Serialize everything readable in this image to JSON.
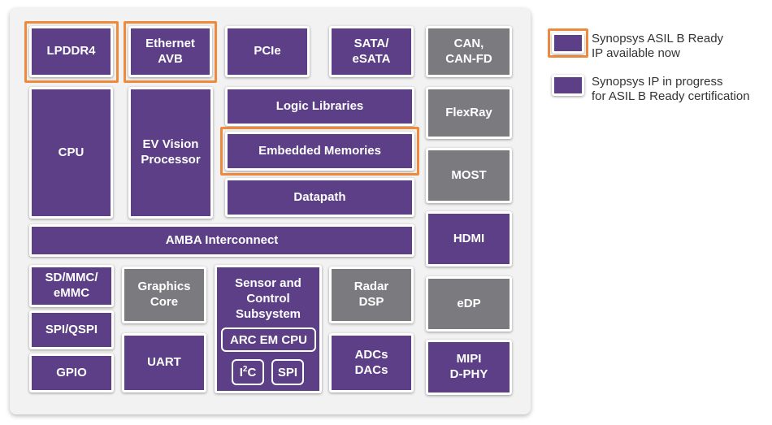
{
  "colors": {
    "asil_ready_ip": "#5c3f86",
    "third_party_block": "#7b7b7f",
    "highlight_outline": "#ef8a3c"
  },
  "blocks": {
    "lpddr4": "LPDDR4",
    "ethernet_avb": "Ethernet\nAVB",
    "pcie": "PCIe",
    "sata": "SATA/\neSATA",
    "can": "CAN,\nCAN-FD",
    "cpu": "CPU",
    "ev_vision": "EV Vision\nProcessor",
    "logic_libraries": "Logic Libraries",
    "embedded_memories": "Embedded Memories",
    "datapath": "Datapath",
    "flexray": "FlexRay",
    "most": "MOST",
    "amba": "AMBA Interconnect",
    "hdmi": "HDMI",
    "sd_mmc": "SD/MMC/\neMMC",
    "graphics_core": "Graphics\nCore",
    "sensor_subsystem": "Sensor and\nControl\nSubsystem",
    "arc_em_cpu": "ARC EM CPU",
    "i2c_base": "I",
    "i2c_sup": "2",
    "i2c_tail": "C",
    "spi_small": "SPI",
    "radar_dsp": "Radar\nDSP",
    "edp": "eDP",
    "spi_qspi": "SPI/QSPI",
    "gpio": "GPIO",
    "uart": "UART",
    "adcs_dacs": "ADCs\nDACs",
    "mipi_dphy": "MIPI\nD-PHY"
  },
  "legend": {
    "asil_ready": "Synopsys ASIL B Ready\nIP available now",
    "in_progress": "Synopsys IP in progress\nfor ASIL B Ready certification"
  }
}
